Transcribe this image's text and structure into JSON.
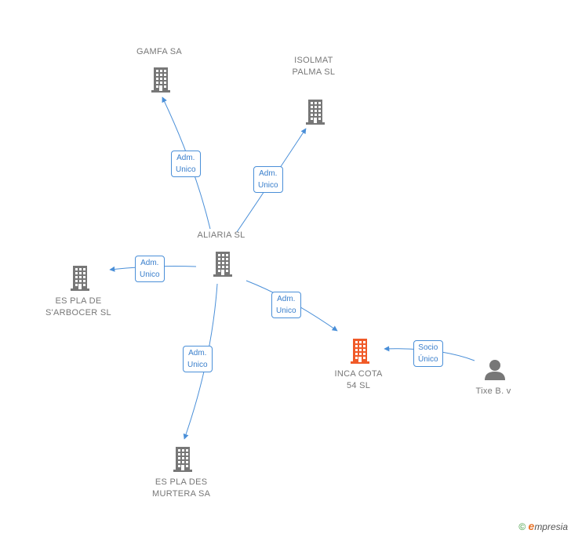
{
  "colors": {
    "edge": "#4a8fd8",
    "company": "#777777",
    "focus": "#f05a28",
    "person": "#777777"
  },
  "nodes": [
    {
      "id": "gamfa",
      "lines": [
        "GAMFA SA"
      ],
      "icon": "building-icon"
    },
    {
      "id": "isolmat",
      "lines": [
        "ISOLMAT",
        "PALMA SL"
      ],
      "icon": "building-icon"
    },
    {
      "id": "aliaria",
      "lines": [
        "ALIARIA  SL"
      ],
      "icon": "building-icon"
    },
    {
      "id": "esplasarb",
      "lines": [
        "ES PLA DE",
        "S'ARBOCER SL"
      ],
      "icon": "building-icon"
    },
    {
      "id": "incacota",
      "lines": [
        "INCA COTA",
        "54 SL"
      ],
      "icon": "building-icon",
      "focus": true
    },
    {
      "id": "tixe",
      "lines": [
        "Tixe B. v"
      ],
      "icon": "person-icon"
    },
    {
      "id": "esplamurt",
      "lines": [
        "ES PLA DES",
        "MURTERA SA"
      ],
      "icon": "building-icon"
    }
  ],
  "edges": [
    {
      "from": "aliaria",
      "to": "gamfa",
      "lines": [
        "Adm.",
        "Unico"
      ]
    },
    {
      "from": "aliaria",
      "to": "isolmat",
      "lines": [
        "Adm.",
        "Unico"
      ]
    },
    {
      "from": "aliaria",
      "to": "esplasarb",
      "lines": [
        "Adm.",
        "Unico"
      ]
    },
    {
      "from": "aliaria",
      "to": "incacota",
      "lines": [
        "Adm.",
        "Unico"
      ]
    },
    {
      "from": "aliaria",
      "to": "esplamurt",
      "lines": [
        "Adm.",
        "Unico"
      ]
    },
    {
      "from": "tixe",
      "to": "incacota",
      "lines": [
        "Socio",
        "Único"
      ]
    }
  ],
  "footer": {
    "copyright": "©",
    "brand_e": "e",
    "brand_rest": "mpresia"
  }
}
